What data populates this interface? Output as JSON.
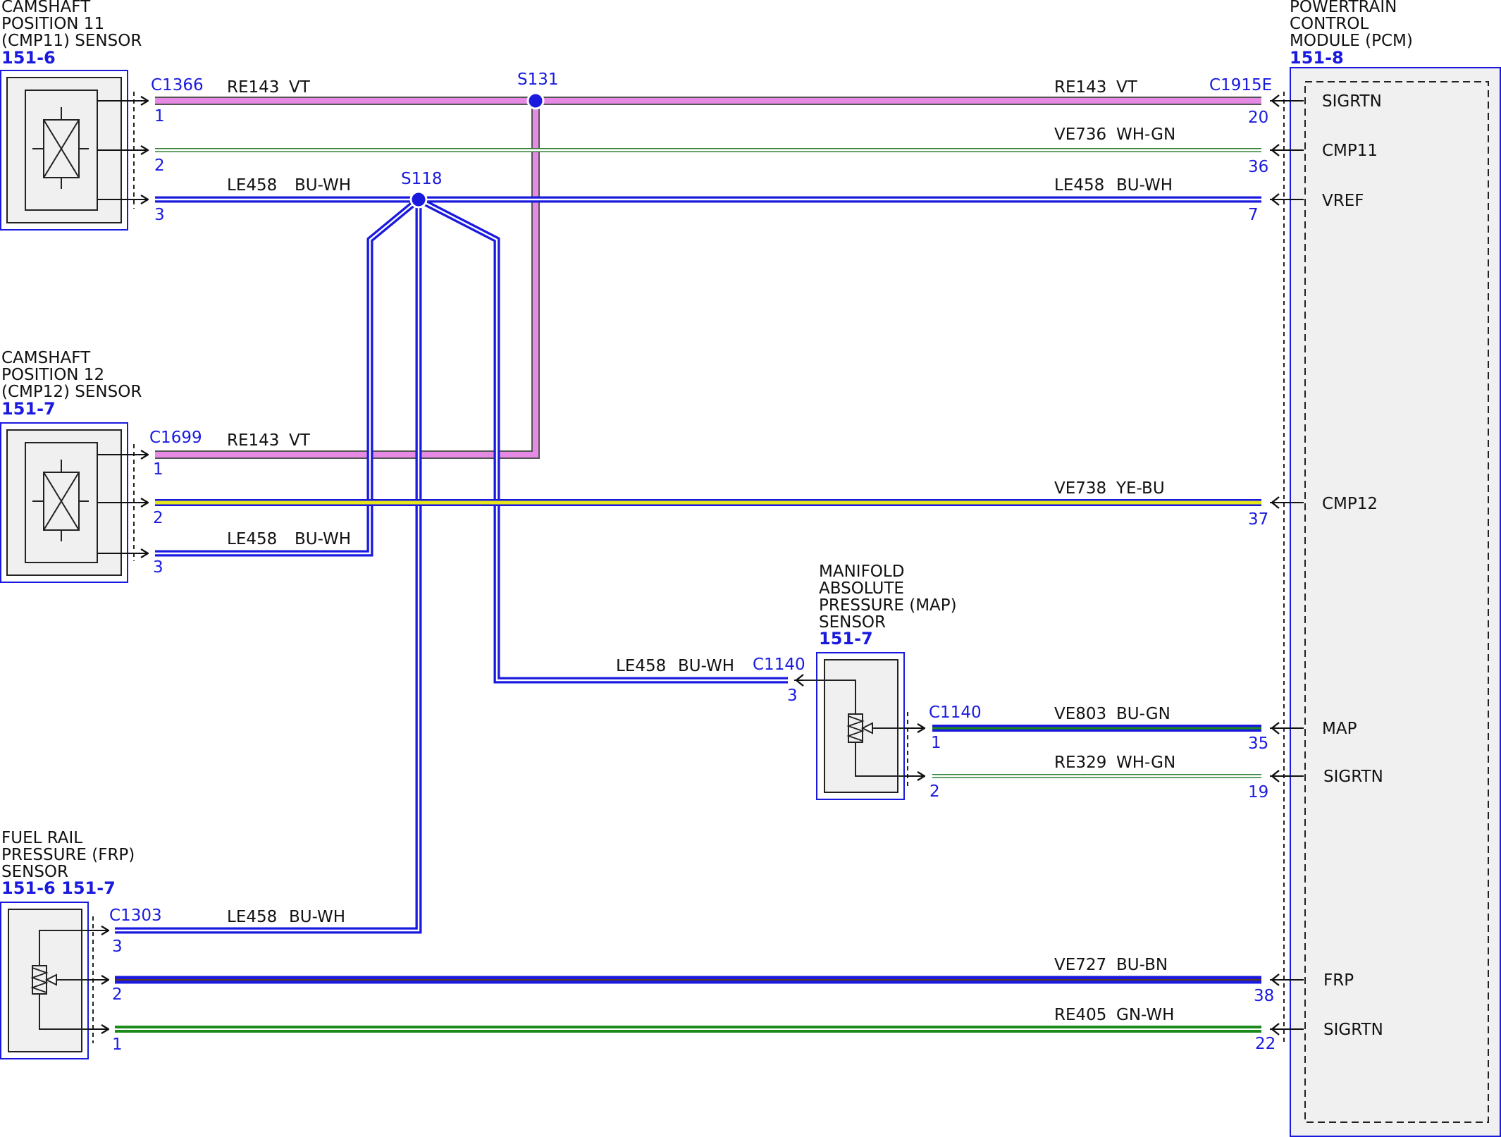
{
  "components": {
    "cmp11": {
      "lines": [
        "CAMSHAFT",
        "POSITION 11",
        "(CMP11) SENSOR"
      ],
      "ref": "151-6"
    },
    "cmp12": {
      "lines": [
        "CAMSHAFT",
        "POSITION 12",
        "(CMP12) SENSOR"
      ],
      "ref": "151-7"
    },
    "frp": {
      "lines": [
        "FUEL RAIL",
        "PRESSURE (FRP)",
        "SENSOR"
      ],
      "ref": "151-6 151-7"
    },
    "map": {
      "lines": [
        "MANIFOLD",
        "ABSOLUTE",
        "PRESSURE (MAP)",
        "SENSOR"
      ],
      "ref": "151-7"
    },
    "pcm": {
      "lines": [
        "POWERTRAIN",
        "CONTROL",
        "MODULE (PCM)"
      ],
      "ref": "151-8"
    }
  },
  "connectors": {
    "c1366": "C1366",
    "c1915e": "C1915E",
    "c1699": "C1699",
    "c1303": "C1303",
    "c1140_a": "C1140",
    "c1140_b": "C1140"
  },
  "splices": {
    "s131": "S131",
    "s118": "S118"
  },
  "wires": {
    "w1_left": {
      "circuit": "RE143",
      "color": "VT"
    },
    "w1_right": {
      "circuit": "RE143",
      "color": "VT"
    },
    "w2": {
      "circuit": "VE736",
      "color": "WH-GN"
    },
    "w3_left": {
      "circuit": "LE458",
      "color": "BU-WH"
    },
    "w3_right": {
      "circuit": "LE458",
      "color": "BU-WH"
    },
    "w4": {
      "circuit": "RE143",
      "color": "VT"
    },
    "w5": {
      "circuit": "VE738",
      "color": "YE-BU"
    },
    "w6": {
      "circuit": "LE458",
      "color": "BU-WH"
    },
    "w7": {
      "circuit": "LE458",
      "color": "BU-WH"
    },
    "w8": {
      "circuit": "VE803",
      "color": "BU-GN"
    },
    "w9": {
      "circuit": "RE329",
      "color": "WH-GN"
    },
    "w10": {
      "circuit": "LE458",
      "color": "BU-WH"
    },
    "w11": {
      "circuit": "VE727",
      "color": "BU-BN"
    },
    "w12": {
      "circuit": "RE405",
      "color": "GN-WH"
    }
  },
  "pins": {
    "cmp11_1": "1",
    "cmp11_2": "2",
    "cmp11_3": "3",
    "pcm_20": "20",
    "pcm_36": "36",
    "pcm_7": "7",
    "cmp12_1": "1",
    "cmp12_2": "2",
    "cmp12_3": "3",
    "pcm_37": "37",
    "map_3": "3",
    "map_1": "1",
    "map_2": "2",
    "pcm_35": "35",
    "pcm_19": "19",
    "frp_3": "3",
    "frp_2": "2",
    "frp_1": "1",
    "pcm_38": "38",
    "pcm_22": "22"
  },
  "signals": {
    "sigrtn_1": "SIGRTN",
    "cmp11": "CMP11",
    "vref": "VREF",
    "cmp12": "CMP12",
    "map": "MAP",
    "sigrtn_2": "SIGRTN",
    "frp": "FRP",
    "sigrtn_3": "SIGRTN"
  },
  "colors": {
    "violet": "#e68ae6",
    "blue": "#1a1adf",
    "yellow": "#e6e61a",
    "green": "#1a8a1a",
    "white_green": "#4caf50",
    "outline": "#1a1adf",
    "body_fill": "#f0f0f0"
  }
}
